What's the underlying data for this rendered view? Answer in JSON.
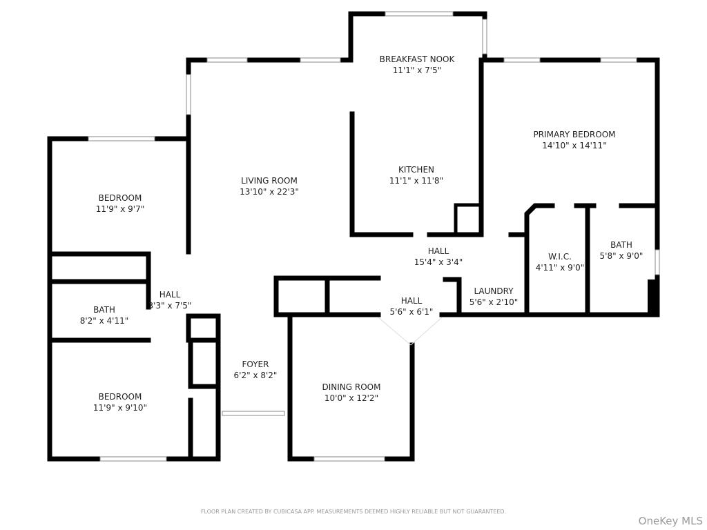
{
  "rooms": [
    {
      "name": "BREAKFAST NOOK",
      "dims": "11'1\" x 7'5\""
    },
    {
      "name": "KITCHEN",
      "dims": "11'1\" x 11'8\""
    },
    {
      "name": "PRIMARY BEDROOM",
      "dims": "14'10\" x 14'11\""
    },
    {
      "name": "LIVING ROOM",
      "dims": "13'10\" x 22'3\""
    },
    {
      "name": "BEDROOM",
      "dims": "11'9\" x 9'7\""
    },
    {
      "name": "HALL",
      "dims": "15'4\" x 3'4\""
    },
    {
      "name": "W.I.C.",
      "dims": "4'11\" x 9'0\""
    },
    {
      "name": "BATH",
      "dims": "5'8\" x 9'0\""
    },
    {
      "name": "LAUNDRY",
      "dims": "5'6\" x 2'10\""
    },
    {
      "name": "HALL",
      "dims": "5'6\" x 6'1\""
    },
    {
      "name": "BATH",
      "dims": "8'2\" x 4'11\""
    },
    {
      "name": "HALL",
      "dims": "3'3\" x 7'5\""
    },
    {
      "name": "FOYER",
      "dims": "6'2\" x 8'2\""
    },
    {
      "name": "DINING ROOM",
      "dims": "10'0\" x 12'2\""
    },
    {
      "name": "BEDROOM",
      "dims": "11'9\" x 9'10\""
    }
  ],
  "footer": "FLOOR PLAN CREATED BY CUBICASA APP. MEASUREMENTS DEEMED HIGHLY RELIABLE BUT NOT GUARANTEED.",
  "watermark": "OneKey MLS"
}
